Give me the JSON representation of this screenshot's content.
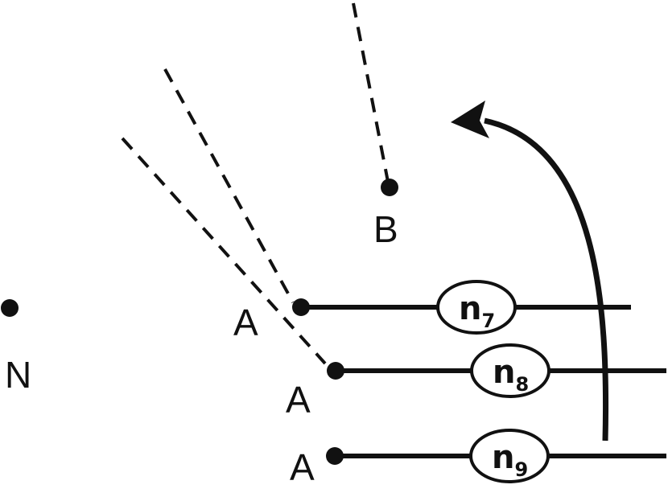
{
  "diagram": {
    "labels": {
      "point_n": "N",
      "point_b": "B",
      "point_a_top": "A",
      "point_a_mid": "A",
      "point_a_bottom": "A"
    },
    "nodes": [
      {
        "base": "n",
        "sub": "7"
      },
      {
        "base": "n",
        "sub": "8"
      },
      {
        "base": "n",
        "sub": "9"
      }
    ],
    "colors": {
      "ink": "#111111",
      "background": "#ffffff"
    }
  }
}
